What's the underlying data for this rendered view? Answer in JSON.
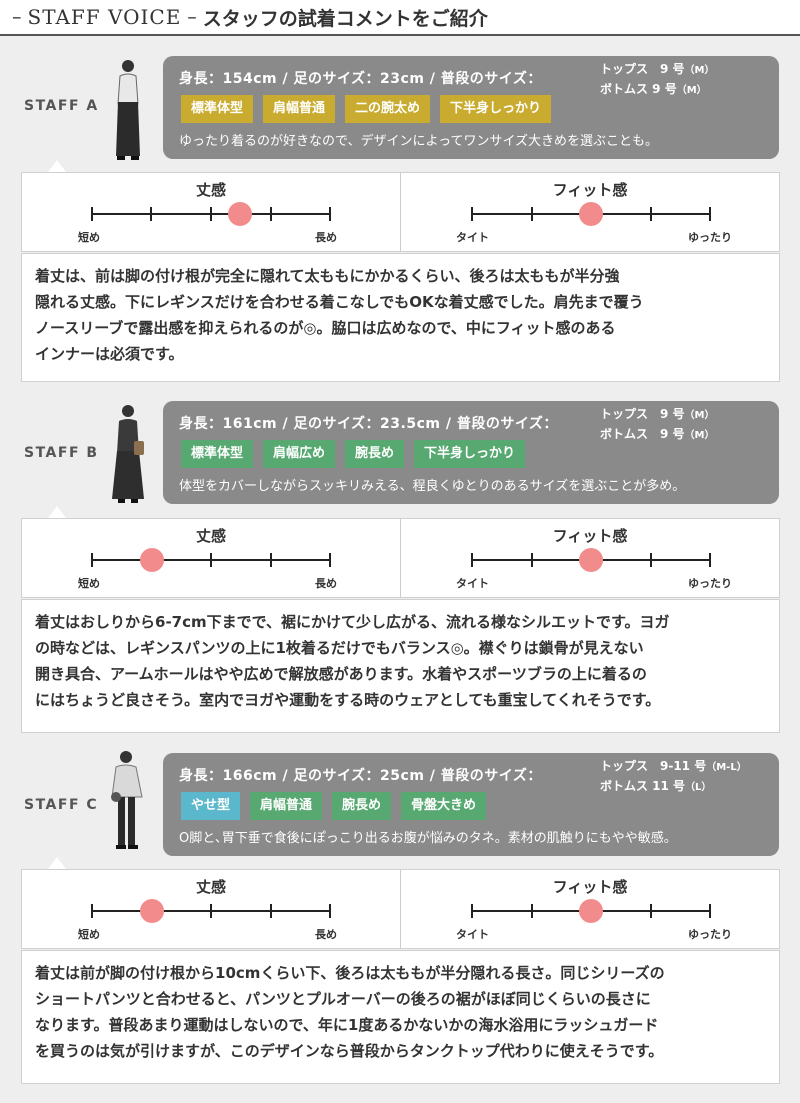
{
  "header": {
    "en": "STAFF VOICE",
    "jp": "スタッフの試着コメントをご紹介"
  },
  "colors": {
    "bubble": "#8a8a8a",
    "tag_a": "#c9ac2f",
    "tag_b": "#57a971",
    "tag_c": "#5bb8cc",
    "dot": "#f28c8c"
  },
  "scale_titles": {
    "length": "丈感",
    "fit": "フィット感"
  },
  "scale_labels": {
    "short": "短め",
    "long": "長め",
    "tight": "タイト",
    "loose": "ゆったり"
  },
  "staff": [
    {
      "label": "STAFF A",
      "stats": "身長：154cm / 足のサイズ：23cm / 普段のサイズ：",
      "tops": "トップス　9 号",
      "tops_size": "（M）",
      "bottoms": "ボトムス 9 号",
      "bottoms_size": "（M）",
      "tags": [
        "標準体型",
        "肩幅普通",
        "二の腕太め",
        "下半身しっかり"
      ],
      "comment": "ゆったり着るのが好きなので、デザインによってワンサイズ大きめを選ぶことも。",
      "length_level": 3,
      "fit_level": 3,
      "description": [
        "着丈は、前は脚の付け根が完全に隠れて太ももにかかるくらい、後ろは太ももが半分強",
        "隠れる丈感。下にレギンスだけを合わせる着こなしでもOKな着丈感でした。肩先まで覆う",
        "ノースリーブで露出感を抑えられるのが◎。脇口は広めなので、中にフィット感のある",
        "インナーは必須です。"
      ]
    },
    {
      "label": "STAFF B",
      "stats": "身長：161cm / 足のサイズ：23.5cm / 普段のサイズ：",
      "tops": "トップス　9 号",
      "tops_size": "（M）",
      "bottoms": "ボトムス　9 号",
      "bottoms_size": "（M）",
      "tags": [
        "標準体型",
        "肩幅広め",
        "腕長め",
        "下半身しっかり"
      ],
      "comment": "体型をカバーしながらスッキリみえる、程良くゆとりのあるサイズを選ぶことが多め。",
      "length_level": 2,
      "fit_level": 3,
      "description": [
        "着丈はおしりから6-7cm下までで、裾にかけて少し広がる、流れる様なシルエットです。ヨガ",
        "の時などは、レギンスパンツの上に1枚着るだけでもバランス◎。襟ぐりは鎖骨が見えない",
        "開き具合、アームホールはやや広めで解放感があります。水着やスポーツブラの上に着るの",
        "にはちょうど良さそう。室内でヨガや運動をする時のウェアとしても重宝してくれそうです。"
      ]
    },
    {
      "label": "STAFF C",
      "stats": "身長：166cm / 足のサイズ：25cm / 普段のサイズ：",
      "tops": "トップス　9-11 号",
      "tops_size": "（M-L）",
      "bottoms": "ボトムス 11 号",
      "bottoms_size": "（L）",
      "tags": [
        "やせ型",
        "肩幅普通",
        "腕長め",
        "骨盤大きめ"
      ],
      "comment": "O脚と､胃下垂で食後にぽっこり出るお腹が悩みのタネ。素材の肌触りにもやや敏感。",
      "length_level": 2,
      "fit_level": 3,
      "description": [
        "着丈は前が脚の付け根から10cmくらい下、後ろは太ももが半分隠れる長さ。同じシリーズの",
        "ショートパンツと合わせると、パンツとプルオーバーの後ろの裾がほぼ同じくらいの長さに",
        "なります。普段あまり運動はしないので、年に1度あるかないかの海水浴用にラッシュガード",
        "を買うのは気が引けますが、このデザインなら普段からタンクトップ代わりに使えそうです。"
      ]
    }
  ]
}
